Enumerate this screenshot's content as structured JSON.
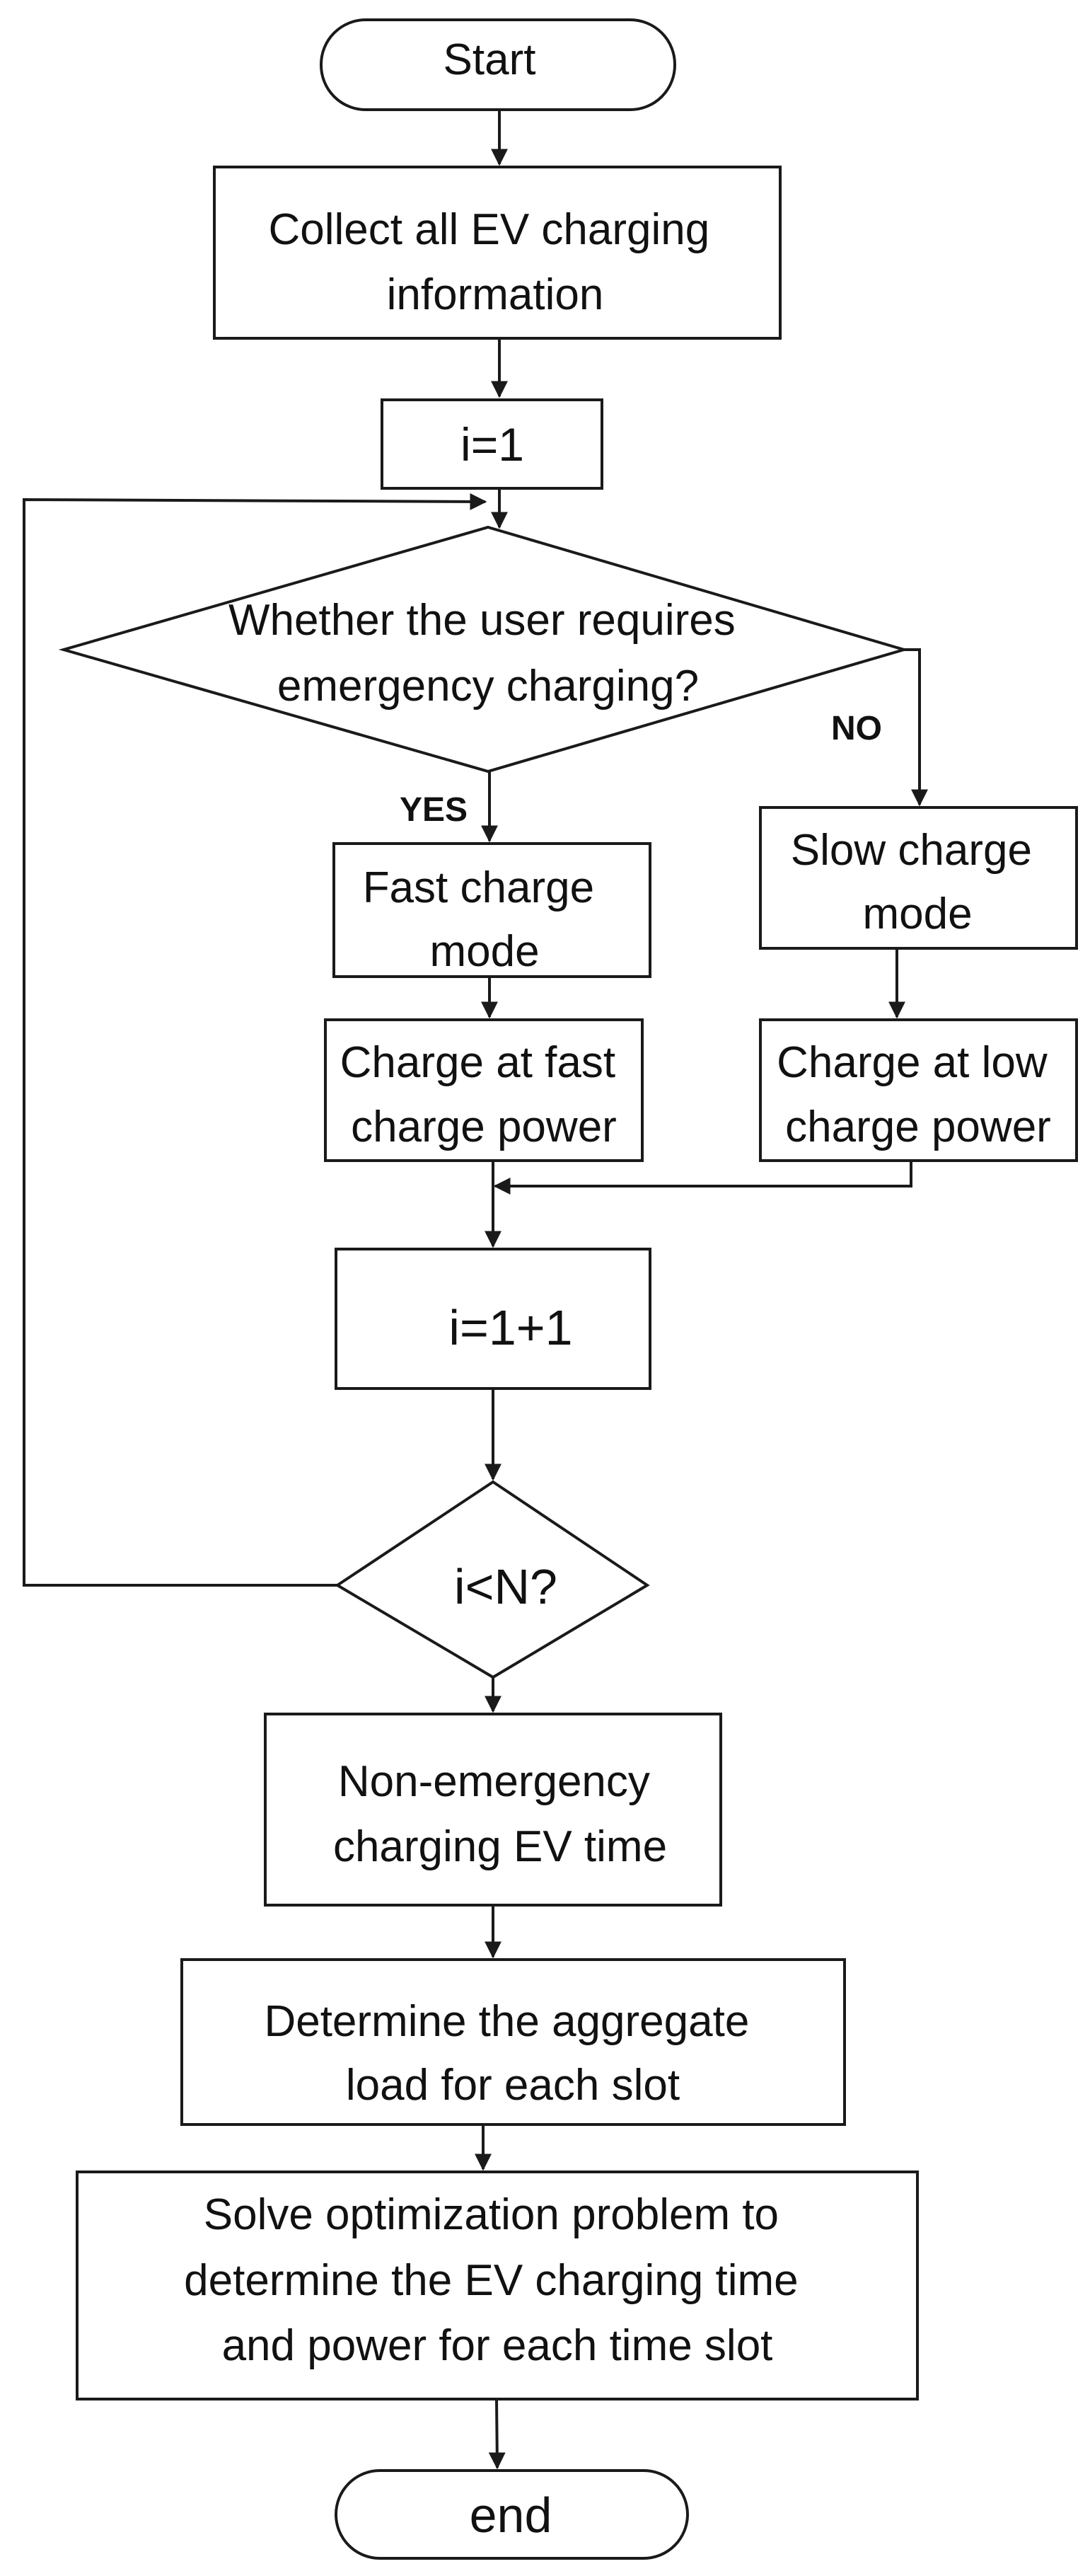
{
  "nodes": {
    "start": "Start",
    "collect": [
      "Collect all EV charging",
      "information"
    ],
    "init": "i=1",
    "decision": [
      "Whether the user requires",
      "emergency charging?"
    ],
    "fast_mode": [
      "Fast charge",
      "mode"
    ],
    "slow_mode": [
      "Slow charge",
      "mode"
    ],
    "fast_power": [
      "Charge at fast",
      "charge power"
    ],
    "low_power": [
      "Charge at low",
      "charge power"
    ],
    "increment": "i=1+1",
    "loop_check": "i<N?",
    "non_emergency": [
      "Non-emergency",
      "charging EV time"
    ],
    "aggregate": [
      "Determine the aggregate",
      "load for each slot"
    ],
    "optimize": [
      "Solve optimization problem to",
      "determine the EV charging time",
      "and power for each time slot"
    ],
    "end": "end"
  },
  "edge_labels": {
    "yes": "YES",
    "no": "NO"
  }
}
